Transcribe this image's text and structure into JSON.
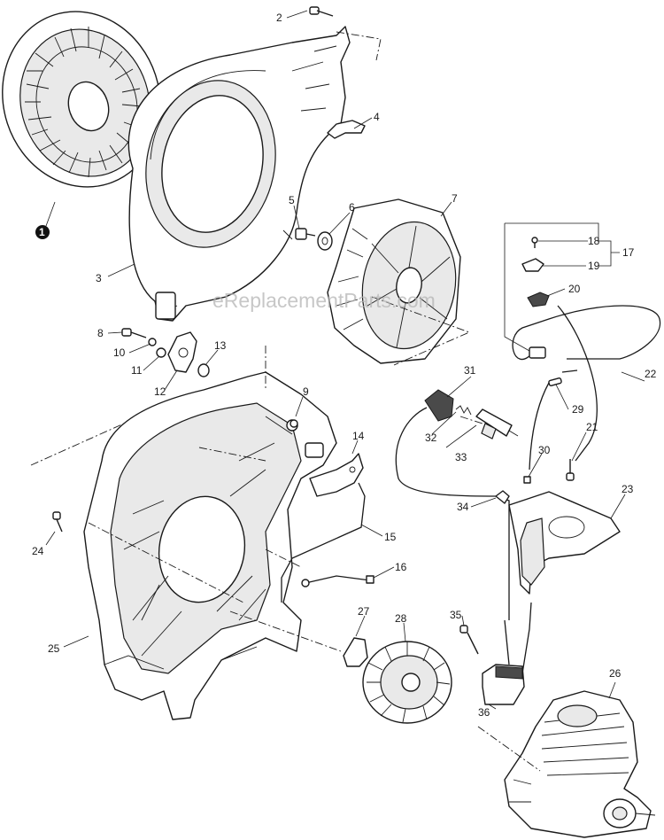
{
  "watermark": "eReplacementParts.com",
  "badge": "1",
  "callouts": {
    "c2": "2",
    "c3": "3",
    "c4": "4",
    "c5": "5",
    "c6": "6",
    "c7": "7",
    "c8": "8",
    "c9": "9",
    "c10": "10",
    "c11": "11",
    "c12": "12",
    "c13": "13",
    "c14": "14",
    "c15": "15",
    "c16": "16",
    "c17": "17",
    "c18": "18",
    "c19": "19",
    "c20": "20",
    "c21": "21",
    "c22": "22",
    "c23": "23",
    "c24": "24",
    "c25": "25",
    "c26": "26",
    "c27": "27",
    "c28": "28",
    "c29": "29",
    "c30": "30",
    "c31": "31",
    "c32": "32",
    "c33": "33",
    "c34": "34",
    "c35": "35",
    "c36": "36"
  }
}
